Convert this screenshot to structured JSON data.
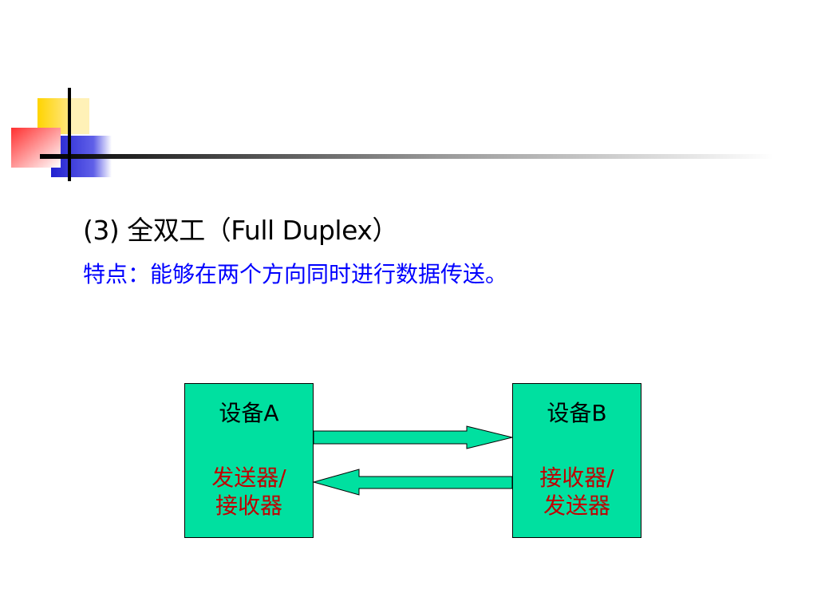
{
  "slide": {
    "title": "(3) 全双工（Full Duplex）",
    "subtitle": "特点：能够在两个方向同时进行数据传送。"
  },
  "diagram": {
    "device_a": {
      "name": "设备A",
      "role_line1": "发送器/",
      "role_line2": "接收器"
    },
    "device_b": {
      "name": "设备B",
      "role_line1": "接收器/",
      "role_line2": "发送器"
    },
    "links": [
      {
        "from": "device_a",
        "to": "device_b",
        "direction": "right"
      },
      {
        "from": "device_b",
        "to": "device_a",
        "direction": "left"
      }
    ]
  },
  "colors": {
    "box_fill": "#00e0a0",
    "arrow_fill": "#00e0a0",
    "title_text": "#000000",
    "subtitle_text": "#0000ff",
    "role_text": "#c00000",
    "deco_yellow": "#ffd400",
    "deco_blue": "#2a2ad8",
    "deco_red": "#ff4040"
  }
}
